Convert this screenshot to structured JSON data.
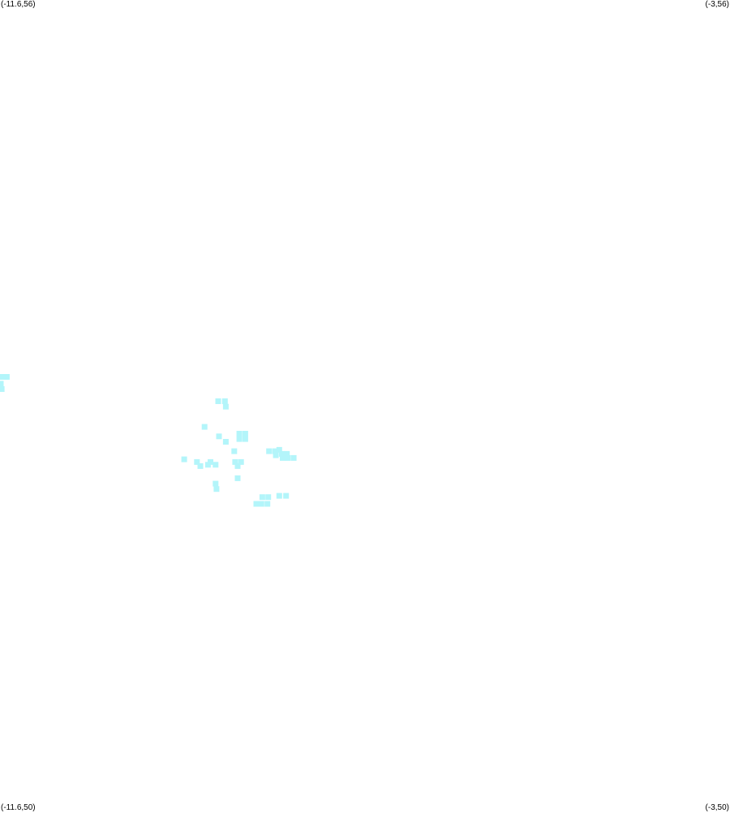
{
  "corners": {
    "top_left": "(-11.6,56)",
    "top_right": "(-3,56)",
    "bottom_left": "(-11.6,50)",
    "bottom_right": "(-3,50)"
  },
  "map": {
    "lon_range": [
      -11.6,
      -3
    ],
    "lat_range": [
      50,
      56
    ],
    "marker_color": "#b3f5fa",
    "marker_shape": "square",
    "points": [
      [
        -11.52,
        53.21
      ],
      [
        -11.58,
        53.21
      ],
      [
        -11.59,
        53.16
      ],
      [
        -11.58,
        53.12
      ],
      [
        -9.03,
        53.03
      ],
      [
        -8.95,
        53.03
      ],
      [
        -8.94,
        52.99
      ],
      [
        -9.19,
        52.84
      ],
      [
        -9.02,
        52.77
      ],
      [
        -8.94,
        52.73
      ],
      [
        -8.78,
        52.79
      ],
      [
        -8.71,
        52.79
      ],
      [
        -8.78,
        52.75
      ],
      [
        -8.71,
        52.75
      ],
      [
        -8.84,
        52.66
      ],
      [
        -9.43,
        52.6
      ],
      [
        -9.28,
        52.58
      ],
      [
        -9.24,
        52.55
      ],
      [
        -9.12,
        52.58
      ],
      [
        -9.15,
        52.56
      ],
      [
        -9.06,
        52.56
      ],
      [
        -8.83,
        52.58
      ],
      [
        -8.76,
        52.58
      ],
      [
        -8.8,
        52.55
      ],
      [
        -8.8,
        52.46
      ],
      [
        -9.06,
        52.42
      ],
      [
        -9.05,
        52.38
      ],
      [
        -8.43,
        52.66
      ],
      [
        -8.36,
        52.66
      ],
      [
        -8.31,
        52.67
      ],
      [
        -8.35,
        52.63
      ],
      [
        -8.28,
        52.64
      ],
      [
        -8.22,
        52.64
      ],
      [
        -8.27,
        52.61
      ],
      [
        -8.21,
        52.61
      ],
      [
        -8.14,
        52.61
      ],
      [
        -8.31,
        52.33
      ],
      [
        -8.23,
        52.33
      ],
      [
        -8.51,
        52.32
      ],
      [
        -8.44,
        52.32
      ],
      [
        -8.58,
        52.27
      ],
      [
        -8.52,
        52.27
      ],
      [
        -8.45,
        52.27
      ]
    ]
  }
}
